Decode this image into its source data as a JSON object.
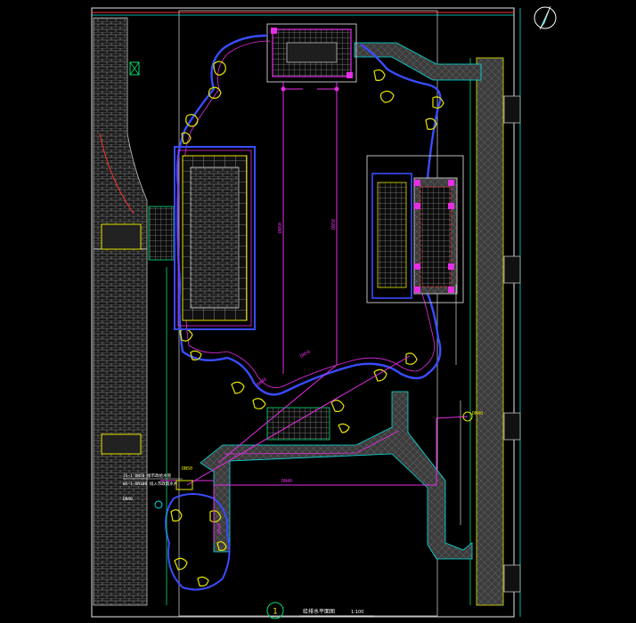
{
  "drawing": {
    "title": "给排水平面图",
    "scale": "1:100",
    "sheet_number": "1",
    "north_arrow": "north-arrow-icon"
  },
  "pipe_labels": {
    "main_a": "DN50",
    "main_b": "DN50",
    "diag_a": "DN50",
    "diag_b": "DN40",
    "lower_horizontal": "DN40",
    "lower_vertical": "DN40",
    "left_short": "DN50",
    "right_end": "DN40"
  },
  "callouts": [
    "JS-1 DN50 接市政给水管",
    "WS-1 DN100 排入市政雨水井",
    "DN40"
  ],
  "colors": {
    "background": "#000000",
    "frame": "#e8e8e8",
    "wall_grey": "#9a9a9a",
    "pond_edge": "#3a4cff",
    "pipe_magenta": "#e62ee6",
    "path_yellow": "#e6e600",
    "cyan": "#00e5e5",
    "red": "#ff3030",
    "green": "#00e070"
  }
}
